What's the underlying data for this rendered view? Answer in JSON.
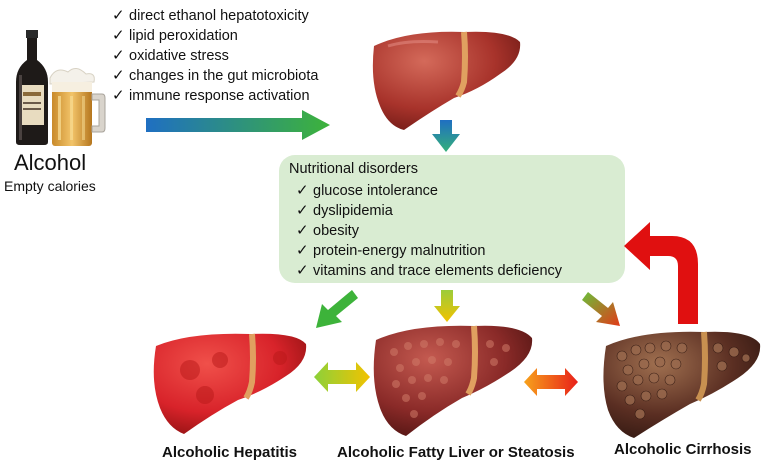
{
  "mechanisms": [
    "direct ethanol hepatotoxicity",
    "lipid peroxidation",
    "oxidative stress",
    "changes in the gut microbiota",
    "immune response activation"
  ],
  "check_mark": "✓",
  "alcohol": {
    "label": "Alcohol",
    "sublabel": "Empty calories"
  },
  "nutrition": {
    "title": "Nutritional disorders",
    "items": [
      "glucose intolerance",
      "dyslipidemia",
      "obesity",
      "protein-energy malnutrition",
      "vitamins and trace elements deficiency"
    ]
  },
  "stages": {
    "hepatitis": "Alcoholic Hepatitis",
    "steatosis": "Alcoholic Fatty Liver or Steatosis",
    "cirrhosis": "Alcoholic Cirrhosis"
  },
  "colors": {
    "box_fill": "#d9ecd2",
    "arrow_blue": "#1f6fc2",
    "arrow_green": "#3db33a",
    "arrow_yellow": "#f2c200",
    "arrow_orange": "#f07a10",
    "arrow_red": "#e01010",
    "liver_healthy": "#a8332b",
    "liver_hepatitis": "#d8232a",
    "liver_fatty": "#8a2a28",
    "liver_cirrhosis": "#5a2e22"
  }
}
